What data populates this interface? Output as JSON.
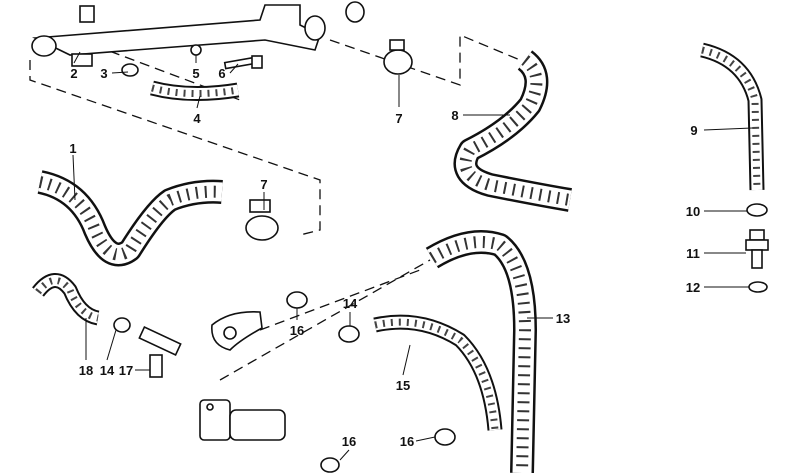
{
  "diagram": {
    "type": "exploded parts diagram - coolant hoses",
    "labels": {
      "p1": "1",
      "p2": "2",
      "p3": "3",
      "p4": "4",
      "p5": "5",
      "p6": "6",
      "p7a": "7",
      "p7b": "7",
      "p8": "8",
      "p9": "9",
      "p10": "10",
      "p11": "11",
      "p12": "12",
      "p13": "13",
      "p14a": "14",
      "p14b": "14",
      "p15": "15",
      "p16a": "16",
      "p16b": "16",
      "p16c": "16",
      "p17": "17",
      "p18": "18"
    }
  }
}
